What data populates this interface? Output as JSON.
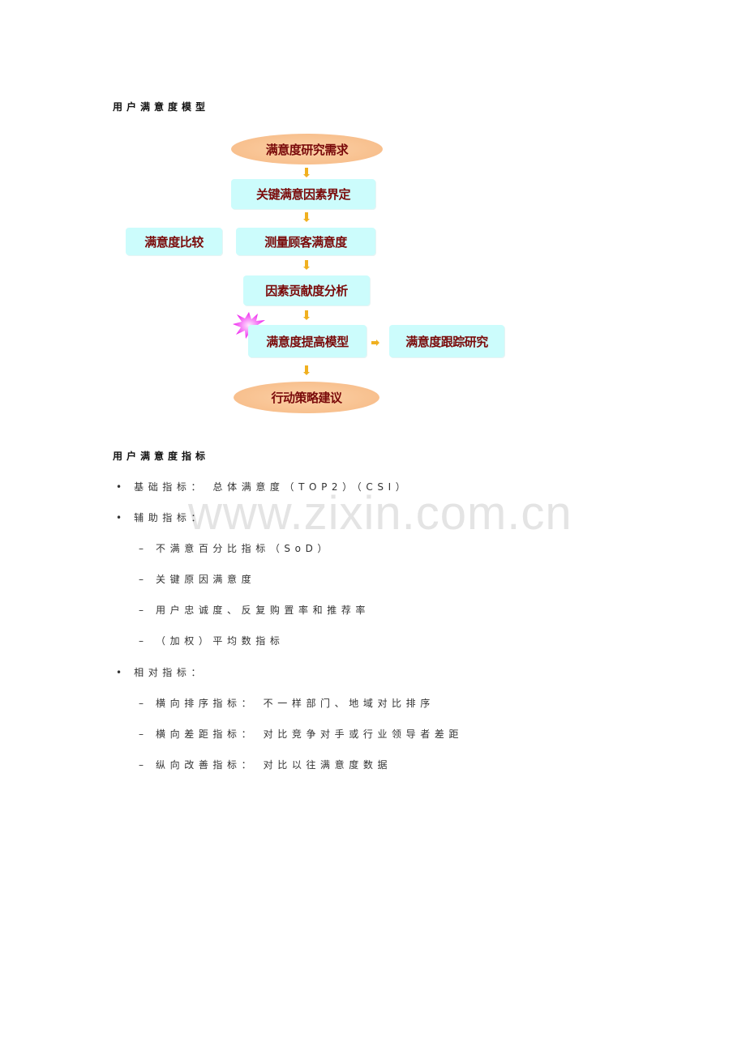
{
  "section1": {
    "title": "用户满意度模型"
  },
  "diagram": {
    "nodes": {
      "research_need": "满意度研究需求",
      "key_factors": "关键满意因素界定",
      "compare": "满意度比较",
      "measure": "测量顾客满意度",
      "contribution": "因素贡献度分析",
      "improve_model": "满意度提高模型",
      "tracking": "满意度跟踪研究",
      "action": "行动策略建议"
    },
    "colors": {
      "box": "#ccfcfc",
      "oval": "#f8c08e",
      "text": "#7a0a0a",
      "arrow": "#f0b020",
      "star": "#ee22ee"
    }
  },
  "section2": {
    "title": "用户满意度指标",
    "items": [
      {
        "bullet": "•",
        "text": "基础指标： 总体满意度（TOP2）（CSI）"
      },
      {
        "bullet": "•",
        "text": "辅助指标：",
        "sub": [
          "不满意百分比指标（SoD）",
          "关键原因满意度",
          "用户忠诚度、反复购置率和推荐率",
          "（加权）平均数指标"
        ]
      },
      {
        "bullet": "•",
        "text": "相对指标：",
        "sub": [
          "横向排序指标： 不一样部门、地域对比排序",
          "横向差距指标： 对比竞争对手或行业领导者差距",
          "纵向改善指标： 对比以往满意度数据"
        ]
      }
    ],
    "dash": "–"
  },
  "watermark": "www.zixin.com.cn"
}
